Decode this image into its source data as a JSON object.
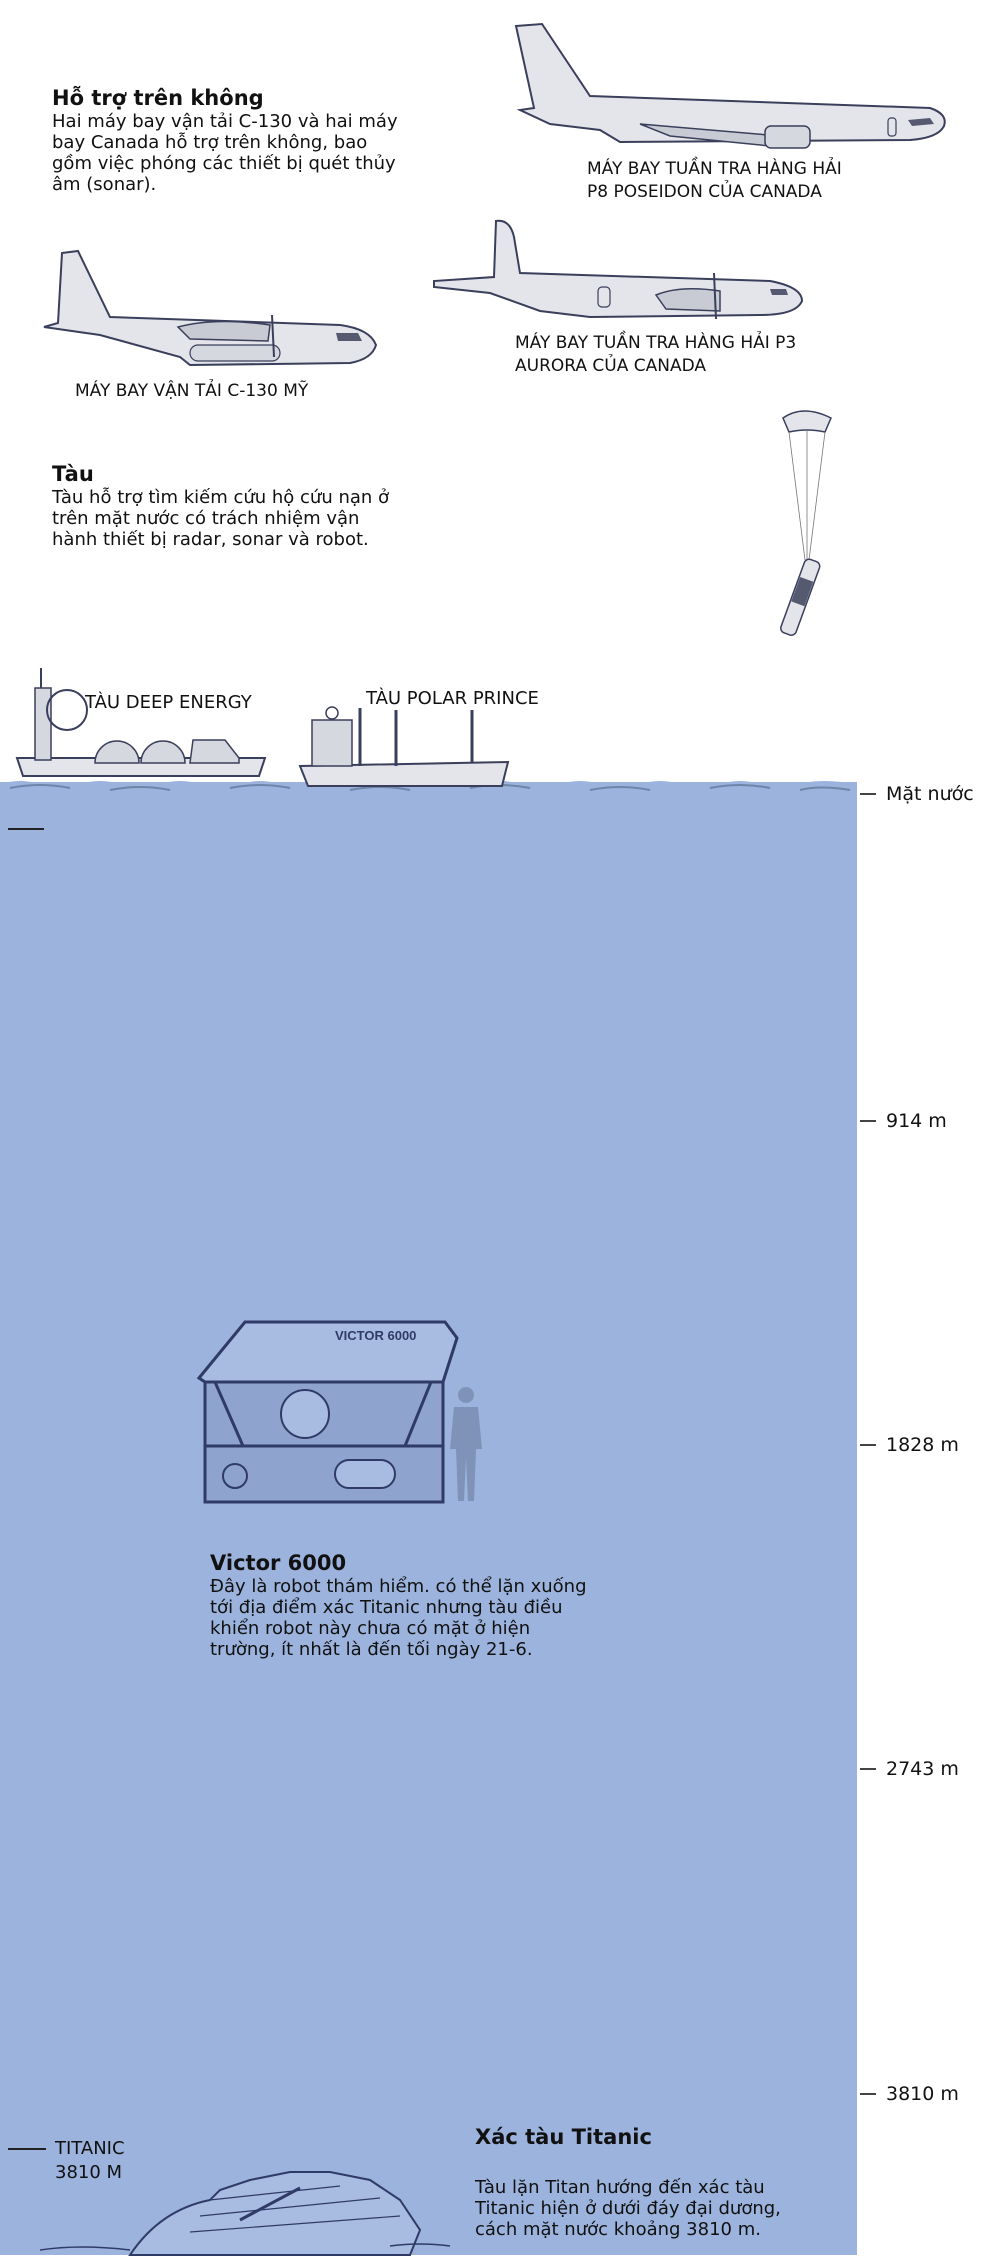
{
  "air_support": {
    "title": "Hỗ trợ trên không",
    "body": "Hai máy bay vận tải C-130 và hai máy bay Canada hỗ trợ trên không, bao gồm việc phóng các thiết bị quét thủy âm (sonar)."
  },
  "aircraft": [
    {
      "id": "p8",
      "icon": "p8-poseidon-aircraft-icon",
      "caption_line1": "MÁY BAY TUẦN TRA HÀNG HẢI",
      "caption_line2": "P8 POSEIDON CỦA CANADA"
    },
    {
      "id": "c130",
      "icon": "c130-transport-aircraft-icon",
      "caption_line1": "MÁY BAY VẬN TẢI C-130 MỸ",
      "caption_line2": ""
    },
    {
      "id": "p3",
      "icon": "p3-aurora-aircraft-icon",
      "caption_line1": "MÁY BAY TUẦN TRA HÀNG HẢI P3",
      "caption_line2": "AURORA CỦA CANADA"
    }
  ],
  "sonobuoy": {
    "icon": "parachute-sonobuoy-icon"
  },
  "ships_section": {
    "title": "Tàu",
    "body": "Tàu hỗ trợ tìm kiếm cứu hộ cứu nạn ở trên mặt nước có trách nhiệm vận hành thiết bị radar, sonar và robot."
  },
  "ships": [
    {
      "label": "TÀU DEEP ENERGY",
      "icon": "deep-energy-ship-icon"
    },
    {
      "label": "TÀU POLAR PRINCE",
      "icon": "polar-prince-ship-icon"
    }
  ],
  "depth_scale": {
    "surface": "Mặt nước",
    "marks": [
      "914 m",
      "1828 m",
      "2743 m",
      "3810 m"
    ]
  },
  "victor": {
    "hull_label": "VICTOR 6000",
    "title": "Victor 6000",
    "body": "Đây là robot thám hiểm. có thể lặn xuống tới địa điểm xác Titanic nhưng tàu điều khiển robot này chưa có mặt ở hiện trường, ít nhất là đến tối ngày 21-6."
  },
  "titanic": {
    "marker_line1": "TITANIC",
    "marker_line2": "3810 M",
    "title": "Xác tàu Titanic",
    "body": "Tàu lặn Titan hướng đến xác tàu Titanic hiện ở dưới đáy đại dương, cách mặt nước khoảng 3810 m."
  },
  "colors": {
    "water": "#9bb3dd",
    "illustration_fill": "#e4e5ea",
    "illustration_stroke": "#3a3f5c",
    "underwater_stroke": "#2f3b66"
  }
}
